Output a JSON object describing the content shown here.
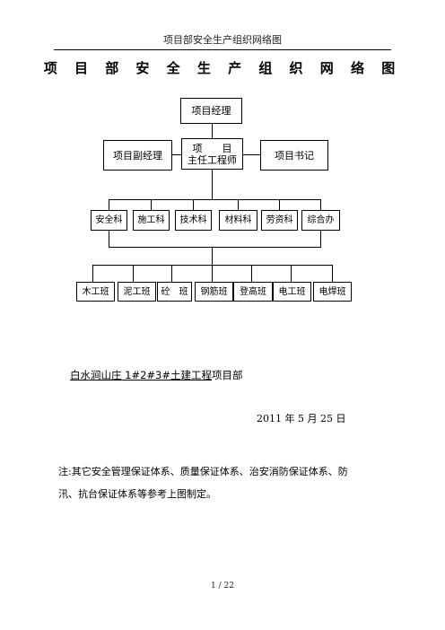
{
  "page": {
    "running_header": "项目部安全生产组织网络图",
    "title": "项 目 部 安 全 生 产 组 织 网 络 图",
    "page_number": "1 / 22"
  },
  "org_chart": {
    "manager": "项目经理",
    "deputy_manager": "项目副经理",
    "chief_engineer_line1": "项　　目",
    "chief_engineer_line2": "主任工程师",
    "secretary": "项目书记",
    "departments": [
      "安全科",
      "施工科",
      "技术科",
      "材料科",
      "劳资科",
      "综合办"
    ],
    "teams": [
      "木工班",
      "泥工班",
      "砼　班",
      "钢筋班",
      "登高班",
      "电工班",
      "电焊班"
    ]
  },
  "footer": {
    "project_name_underlined": "白水涧山庄 1#2#3#土建工程",
    "project_name_suffix": "项目部",
    "date": "2011 年  5 月 25 日",
    "note": "注:其它安全管理保证体系、质量保证体系、治安消防保证体系、防汛、抗台保证体系等参考上图制定。"
  }
}
